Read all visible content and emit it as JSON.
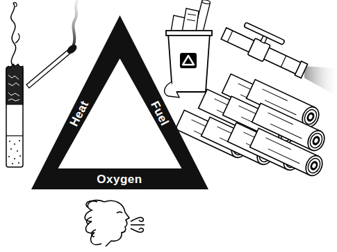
{
  "diagram": {
    "nodes": [
      {
        "text": [
          "Heat",
          "Fuel",
          "Oxygen"
        ]
      }
    ]
  }
}
